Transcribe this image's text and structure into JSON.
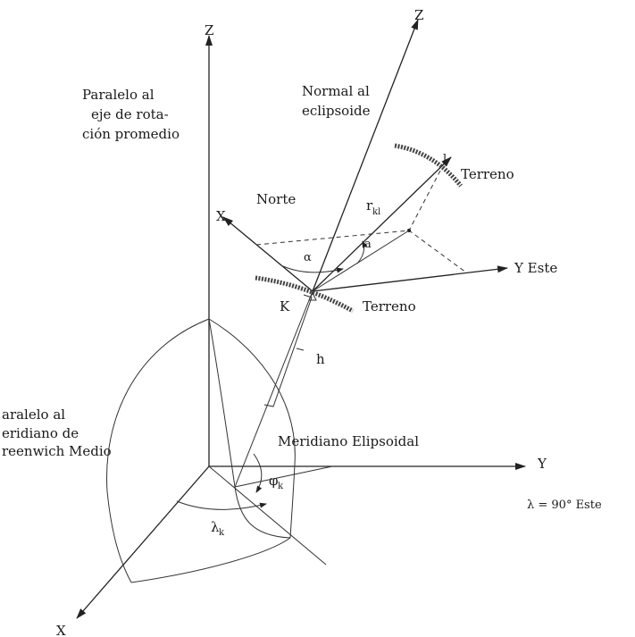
{
  "axes": {
    "global_z": "Z",
    "global_x": "X",
    "global_y": "Y",
    "local_z": "Z",
    "local_x": "X",
    "local_y": "Y Este",
    "north": "Norte"
  },
  "annotations": {
    "rotation_axis": [
      "Paralelo al",
      "eje de rota-",
      "ción promedio"
    ],
    "ellipsoid_normal": [
      "Normal al",
      "eclipsoide"
    ],
    "greenwich": [
      "aralelo al",
      "eridiano de",
      "reenwich Medio"
    ],
    "ellipsoidal_meridian": "Meridiano Elipsoidal",
    "longitude_note": "λ = 90° Este"
  },
  "points": {
    "station_k": "K",
    "target_l": "l",
    "terrain_top": "Terreno",
    "terrain_bottom": "Terreno"
  },
  "symbols": {
    "distance_r": "r",
    "distance_r_sub": "kl",
    "azimuth_alpha": "α",
    "elevation_a": "a",
    "height_h": "h",
    "latitude_phi": "φ",
    "latitude_phi_sub": "k",
    "longitude_lambda": "λ",
    "longitude_lambda_sub": "k"
  }
}
